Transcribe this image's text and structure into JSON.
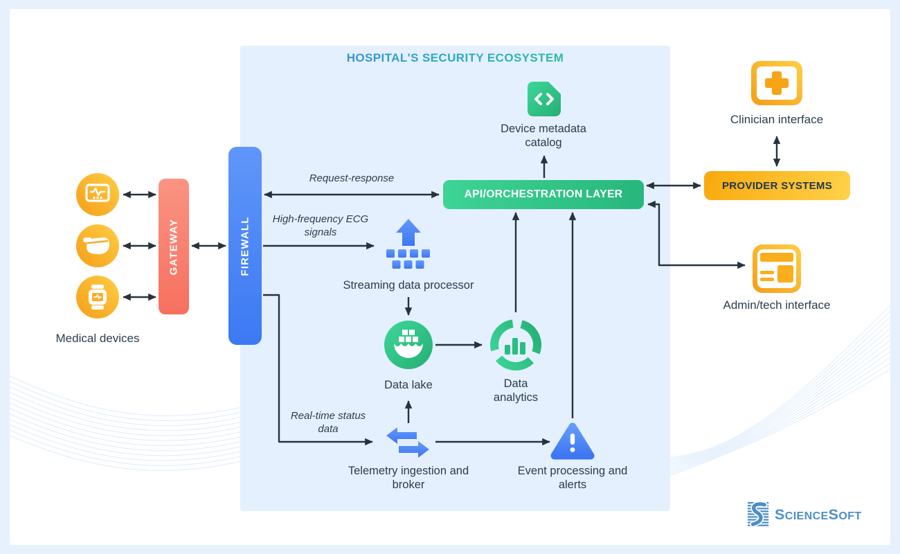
{
  "diagram_title": "HOSPITAL'S SECURITY ECOSYSTEM",
  "left_zone": {
    "devices_label": "Medical devices",
    "device_icons": [
      "patient-monitor-icon",
      "infusion-pump-icon",
      "smartwatch-icon"
    ],
    "gateway_label": "GATEWAY",
    "firewall_label": "FIREWALL"
  },
  "flow_labels": {
    "request_response": "Request-response",
    "ecg": "High-frequency ECG signals",
    "realtime": "Real-time status data"
  },
  "ecosystem": {
    "catalog_label": "Device metadata catalog",
    "catalog_icon": "code-file-icon",
    "api_layer_label": "API/ORCHESTRATION LAYER",
    "streaming_label": "Streaming data processor",
    "streaming_icon": "upload-stream-icon",
    "data_lake_label": "Data lake",
    "data_lake_icon": "docker-ship-icon",
    "analytics_label": "Data analytics",
    "analytics_icon": "donut-bar-chart-icon",
    "telemetry_label": "Telemetry ingestion and broker",
    "telemetry_icon": "exchange-arrows-icon",
    "events_label": "Event processing and alerts",
    "events_icon": "alert-triangle-icon"
  },
  "right_zone": {
    "clinician_label": "Clinician interface",
    "clinician_icon": "medical-cross-card-icon",
    "provider_label": "PROVIDER SYSTEMS",
    "admin_label": "Admin/tech interface",
    "admin_icon": "dashboard-browser-icon"
  },
  "brand": {
    "logo_text": "ScienceSoft",
    "parts": [
      "S",
      "CIENCE",
      "S",
      "OFT"
    ]
  },
  "colors": {
    "green": "#2FC98E",
    "blue": "#4A86F7",
    "yellow": "#F9B123",
    "coral": "#F87E6B",
    "arrow_ink": "#26323C",
    "panel_blue": "#E4F0FD",
    "logo_blue": "#4B8EC9"
  }
}
